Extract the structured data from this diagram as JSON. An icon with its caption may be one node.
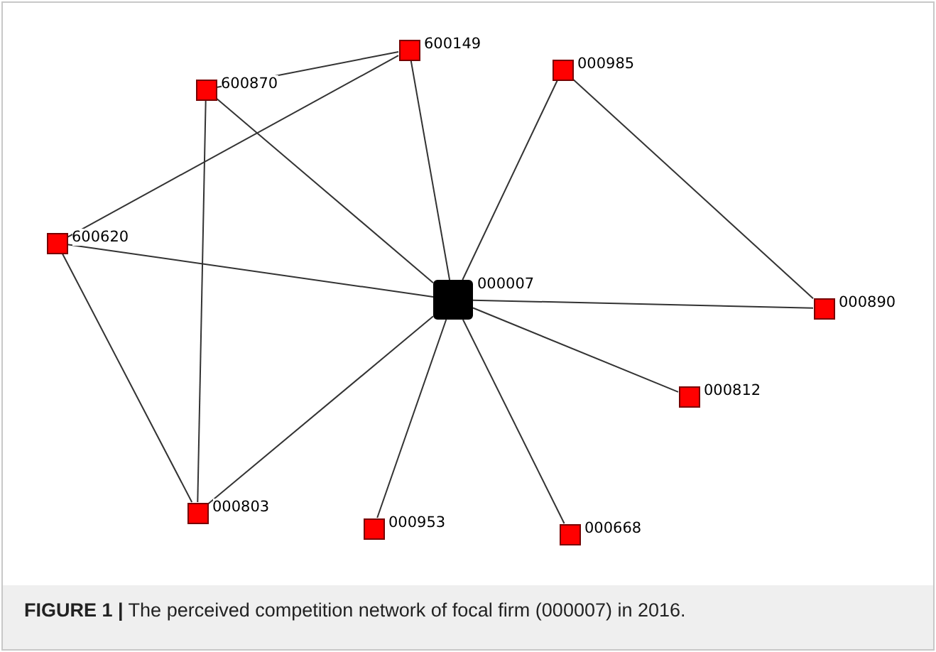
{
  "diagram": {
    "caption": "**FIGURE 1 |** The perceived competition network of focal firm (000007) in 2016.",
    "nodes": [
      {
        "text": [
          "000007"
        ]
      },
      {
        "text": [
          "600149"
        ]
      },
      {
        "text": [
          "000985"
        ]
      },
      {
        "text": [
          "600870"
        ]
      },
      {
        "text": [
          "600620"
        ]
      },
      {
        "text": [
          "000890"
        ]
      },
      {
        "text": [
          "000812"
        ]
      },
      {
        "text": [
          "000803"
        ]
      },
      {
        "text": [
          "000953"
        ]
      },
      {
        "text": [
          "000668"
        ]
      }
    ],
    "edges": [
      {
        "from": 3,
        "to": 1,
        "arrow": "none"
      },
      {
        "from": 3,
        "to": 0,
        "arrow": "none"
      },
      {
        "from": 3,
        "to": 7,
        "arrow": "none"
      },
      {
        "from": 1,
        "to": 4,
        "arrow": "none"
      },
      {
        "from": 1,
        "to": 0,
        "arrow": "none"
      },
      {
        "from": 2,
        "to": 0,
        "arrow": "none"
      },
      {
        "from": 2,
        "to": 5,
        "arrow": "none"
      },
      {
        "from": 4,
        "to": 0,
        "arrow": "none"
      },
      {
        "from": 4,
        "to": 7,
        "arrow": "none"
      },
      {
        "from": 0,
        "to": 5,
        "arrow": "none"
      },
      {
        "from": 0,
        "to": 6,
        "arrow": "none"
      },
      {
        "from": 0,
        "to": 9,
        "arrow": "none"
      },
      {
        "from": 0,
        "to": 8,
        "arrow": "none"
      },
      {
        "from": 0,
        "to": 7,
        "arrow": "none"
      }
    ]
  }
}
